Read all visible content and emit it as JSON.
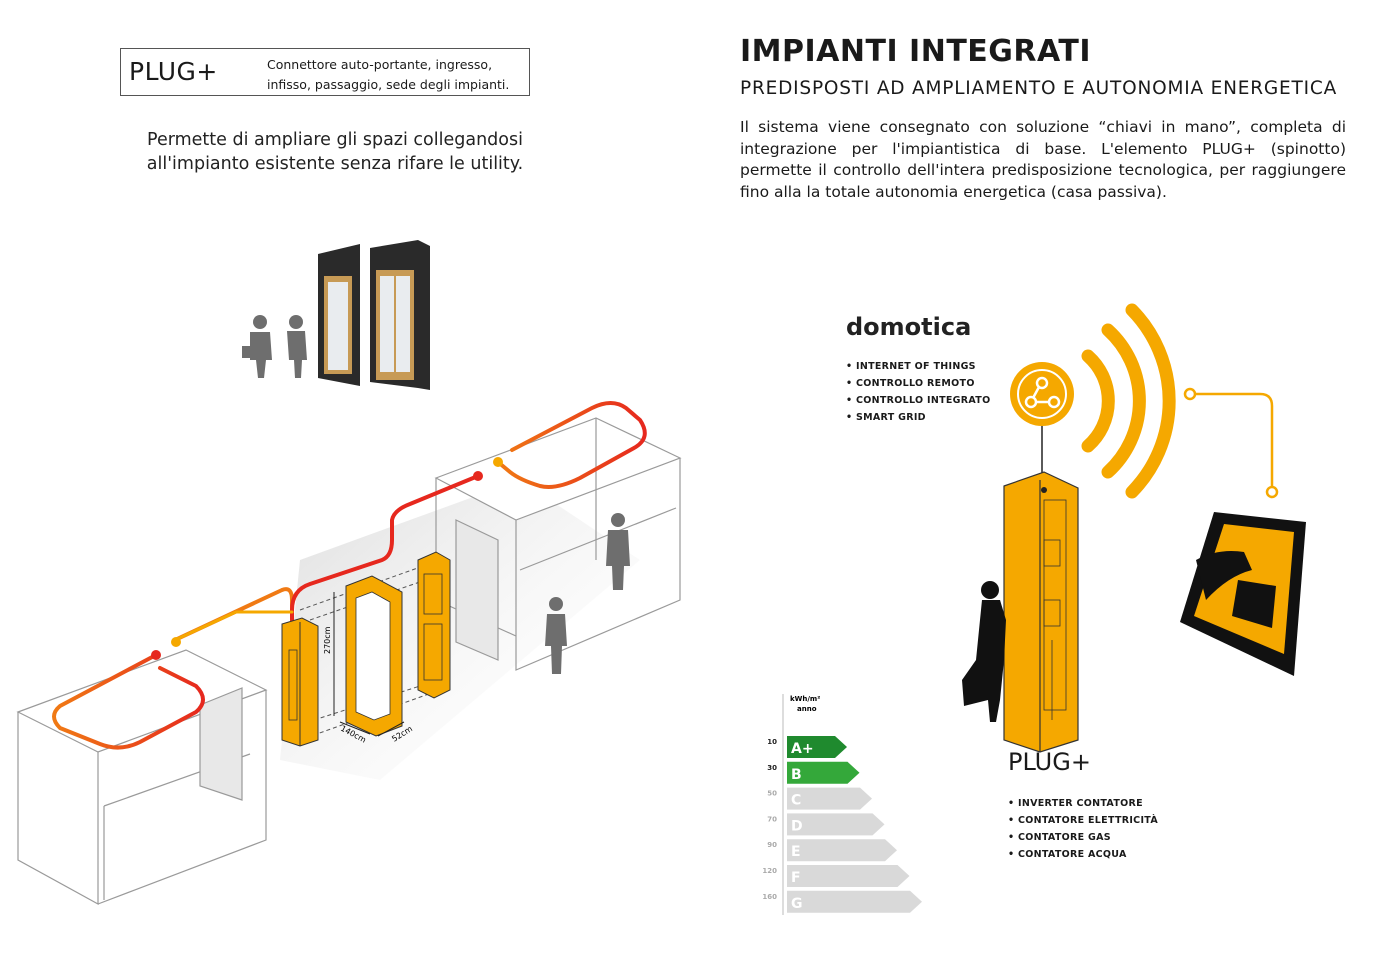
{
  "left": {
    "plug_box": {
      "title": "PLUG+",
      "desc": "Connettore auto-portante, ingresso, infisso, passaggio, sede degli impianti."
    },
    "intro": "Permette di ampliare gli spazi collegandosi all'impianto esistente senza rifare le utility.",
    "dimensions": {
      "height": "270cm",
      "width": "140cm",
      "depth": "52cm"
    }
  },
  "right": {
    "title": "IMPIANTI INTEGRATI",
    "subtitle": "PREDISPOSTI AD AMPLIAMENTO E AUTONOMIA ENERGETICA",
    "intro": "Il sistema viene consegnato con soluzione “chiavi in mano”, completa di integrazione per l'impiantistica di base. L'elemento PLUG+ (spinotto) permette il controllo dell'intera predisposizione tecnologica, per raggiungere fino alla la totale autonomia energetica (casa passiva).",
    "domotica": {
      "title": "domotica",
      "items": [
        "INTERNET OF THINGS",
        "CONTROLLO REMOTO",
        "CONTROLLO INTEGRATO",
        "SMART GRID"
      ]
    },
    "plug": {
      "title": "PLUG+",
      "items": [
        "INVERTER CONTATORE",
        "CONTATORE ELETTRICITÀ",
        "CONTATORE GAS",
        "CONTATORE ACQUA"
      ]
    },
    "energy": {
      "unit_line1": "kWh/m²",
      "unit_line2": "anno",
      "classes": [
        {
          "value": "10",
          "label": "A+",
          "color": "#1f8a2e",
          "text_color": "#ffffff",
          "value_color": "#222222"
        },
        {
          "value": "30",
          "label": "B",
          "color": "#34a83a",
          "text_color": "#ffffff",
          "value_color": "#222222"
        },
        {
          "value": "50",
          "label": "C",
          "color": "#d9d9d9",
          "text_color": "#ffffff",
          "value_color": "#aaaaaa"
        },
        {
          "value": "70",
          "label": "D",
          "color": "#d9d9d9",
          "text_color": "#ffffff",
          "value_color": "#aaaaaa"
        },
        {
          "value": "90",
          "label": "E",
          "color": "#d9d9d9",
          "text_color": "#ffffff",
          "value_color": "#aaaaaa"
        },
        {
          "value": "120",
          "label": "F",
          "color": "#d9d9d9",
          "text_color": "#ffffff",
          "value_color": "#aaaaaa"
        },
        {
          "value": "160",
          "label": "G",
          "color": "#d9d9d9",
          "text_color": "#ffffff",
          "value_color": "#aaaaaa"
        }
      ]
    }
  },
  "colors": {
    "accent": "#f5a800",
    "red": "#e6281e",
    "orange": "#f07a14",
    "line": "#9a9a9a",
    "silhouette": "#6e6e6e"
  }
}
